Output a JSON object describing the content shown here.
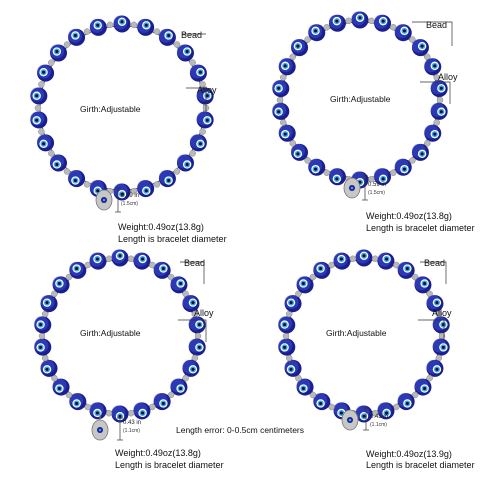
{
  "panels": [
    {
      "bead": "Bead",
      "alloy": "Alloy",
      "girth": "Girth:Adjustable",
      "size_in": "0.59 in",
      "size_cm": "(1.5cm)",
      "weight": "Weight:0.49oz(13.8g)",
      "length": "Length is bracelet diameter",
      "charm": "turtle-charm-icon"
    },
    {
      "bead": "Bead",
      "alloy": "Alloy",
      "girth": "Girth:Adjustable",
      "size_in": "0.59 in",
      "size_cm": "(1.5cm)",
      "weight": "Weight:0.49oz(13.8g)",
      "length": "Length is bracelet diameter",
      "charm": "hamsa-charm-icon"
    },
    {
      "bead": "Bead",
      "alloy": "Alloy",
      "girth": "Girth:Adjustable",
      "size_in": "0.43 in",
      "size_cm": "(1.1cm)",
      "weight": "Weight:0.49oz(13.8g)",
      "length": "Length is bracelet diameter",
      "charm": "elephant-charm-icon"
    },
    {
      "bead": "Bead",
      "alloy": "Alloy",
      "girth": "Girth:Adjustable",
      "size_in": "0.43 in",
      "size_cm": "(1.1cm)",
      "weight": "Weight:0.49oz(13.9g)",
      "length": "Length is bracelet diameter",
      "charm": "butterfly-charm-icon"
    }
  ],
  "footer": "Length error: 0-0.5cm centimeters",
  "colors": {
    "bead_dark": "#1a1f8f",
    "bead_light": "#3c4fd0",
    "eye_white": "#ffffff",
    "eye_iris": "#35a7e6",
    "eye_pupil": "#0a0a2a",
    "alloy": "#b9b9b9",
    "line": "#333333"
  }
}
